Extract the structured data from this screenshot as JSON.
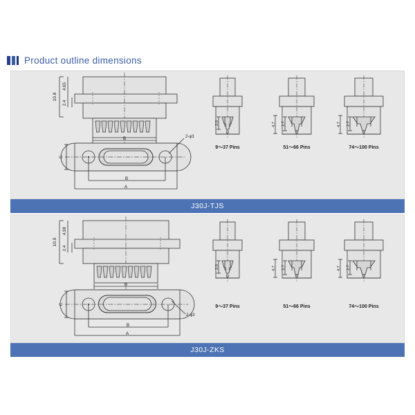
{
  "page": {
    "background": "#ffffff",
    "panel_background": "#e8e8e8",
    "caption_color": "#4d73b5",
    "heading_color": "#3b5fa5",
    "line_color": "#333333"
  },
  "heading": {
    "title": "Product outline dimensions",
    "icon": "bar-chart-icon"
  },
  "panels": [
    {
      "caption": "J30J-TJS",
      "side_view": {
        "dims": [
          "10.8",
          "2.4",
          "4.65"
        ],
        "pin_row_label": "B"
      },
      "front_view": {
        "left_dim": "C",
        "mid_dim": "B",
        "bottom_dim": "A",
        "hole_note": "2-φ3"
      },
      "details": [
        {
          "label": "9～37 Pins",
          "dims": [
            "2.0"
          ],
          "base_label": "D"
        },
        {
          "label": "51～66 Pins",
          "dims": [
            "4.7",
            "2.7"
          ],
          "base_label": "D"
        },
        {
          "label": "74～100 Pins",
          "dims": [
            "4.7",
            "2.7"
          ],
          "base_label": "D"
        }
      ]
    },
    {
      "caption": "J30J-ZKS",
      "side_view": {
        "dims": [
          "10.9",
          "2.4",
          "4.98"
        ],
        "pin_row_label": "B"
      },
      "front_view": {
        "left_dim": "C",
        "mid_dim": "B",
        "bottom_dim": "A",
        "hole_note": "2-φ3"
      },
      "details": [
        {
          "label": "9～37 Pins",
          "dims": [
            "2.0"
          ],
          "base_label": "D"
        },
        {
          "label": "51～66 Pins",
          "dims": [
            "4.7",
            "2.7"
          ],
          "base_label": "D"
        },
        {
          "label": "74～100 Pins",
          "dims": [
            "4.7",
            "2.7"
          ],
          "base_label": "D"
        }
      ]
    }
  ]
}
